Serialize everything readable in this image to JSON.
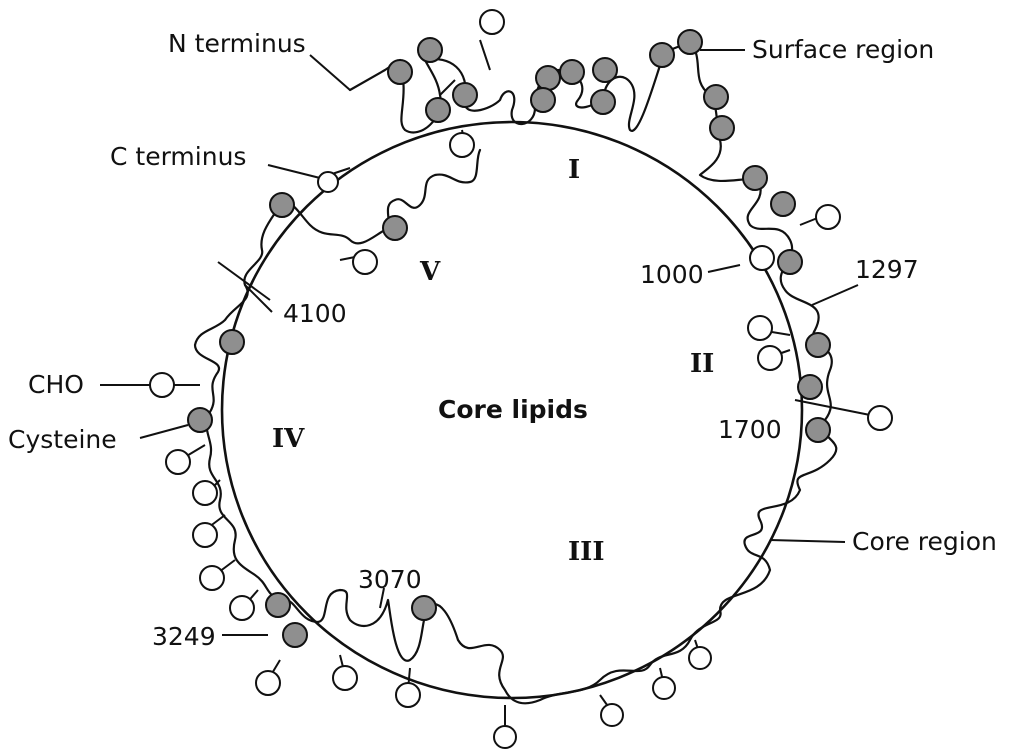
{
  "labels": {
    "n_terminus": "N terminus",
    "c_terminus": "C terminus",
    "surface_region": "Surface region",
    "core_region": "Core region",
    "cho": "CHO",
    "cysteine": "Cysteine",
    "core_lipids": "Core lipids"
  },
  "residues": {
    "r1000": "1000",
    "r1297": "1297",
    "r1700": "1700",
    "r3070": "3070",
    "r3249": "3249",
    "r4100": "4100"
  },
  "domains": {
    "d1": "I",
    "d2": "II",
    "d3": "III",
    "d4": "IV",
    "d5": "V"
  },
  "colors": {
    "cysteine_fill": "#8f8f8f",
    "cho_fill": "#ffffff",
    "line": "#111111"
  }
}
